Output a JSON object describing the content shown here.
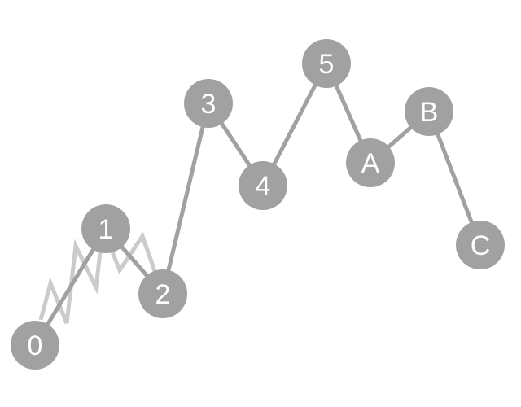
{
  "colors": {
    "node": "#a0a1a0",
    "edge": "#a0a1a0",
    "zigzag": "#cbcbcb",
    "label": "#ffffff"
  },
  "nodes": [
    {
      "id": "0",
      "label": "0"
    },
    {
      "id": "1",
      "label": "1"
    },
    {
      "id": "2",
      "label": "2"
    },
    {
      "id": "3",
      "label": "3"
    },
    {
      "id": "4",
      "label": "4"
    },
    {
      "id": "5",
      "label": "5"
    },
    {
      "id": "A",
      "label": "A"
    },
    {
      "id": "B",
      "label": "B"
    },
    {
      "id": "C",
      "label": "C"
    }
  ],
  "edges": [
    [
      "0",
      "1"
    ],
    [
      "1",
      "2"
    ],
    [
      "2",
      "3"
    ],
    [
      "3",
      "4"
    ],
    [
      "4",
      "5"
    ],
    [
      "5",
      "A"
    ],
    [
      "A",
      "B"
    ],
    [
      "B",
      "C"
    ]
  ],
  "zigzag_edges": [
    [
      "0",
      "1"
    ],
    [
      "1",
      "2"
    ]
  ]
}
